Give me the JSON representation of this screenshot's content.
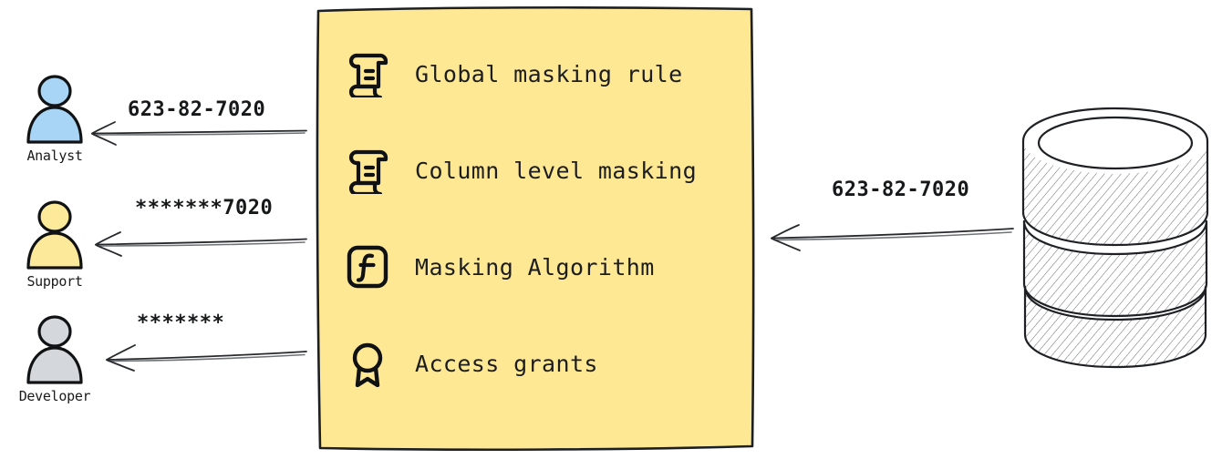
{
  "diagram": {
    "type": "data-masking-flow",
    "background_color": "#ffffff"
  },
  "actors": [
    {
      "id": "analyst",
      "label": "Analyst",
      "avatar_color": "#a8d4f5",
      "icon": "person-icon",
      "received_value": "623-82-7020",
      "masking": "none"
    },
    {
      "id": "support",
      "label": "Support",
      "avatar_color": "#fce99a",
      "icon": "person-icon",
      "received_value": "*******7020",
      "masking": "partial"
    },
    {
      "id": "developer",
      "label": "Developer",
      "avatar_color": "#d4d7dc",
      "icon": "person-icon",
      "received_value": "*******",
      "masking": "full"
    }
  ],
  "policy_panel": {
    "fill_color": "#ffe894",
    "border_color": "#1d1f22",
    "items": [
      {
        "label": "Global masking rule",
        "icon": "scroll-icon"
      },
      {
        "label": "Column level masking",
        "icon": "scroll-icon"
      },
      {
        "label": "Masking Algorithm",
        "icon": "function-icon"
      },
      {
        "label": "Access grants",
        "icon": "award-icon"
      }
    ]
  },
  "source": {
    "id": "database",
    "icon": "database-cylinder-icon",
    "emitted_value": "623-82-7020"
  }
}
